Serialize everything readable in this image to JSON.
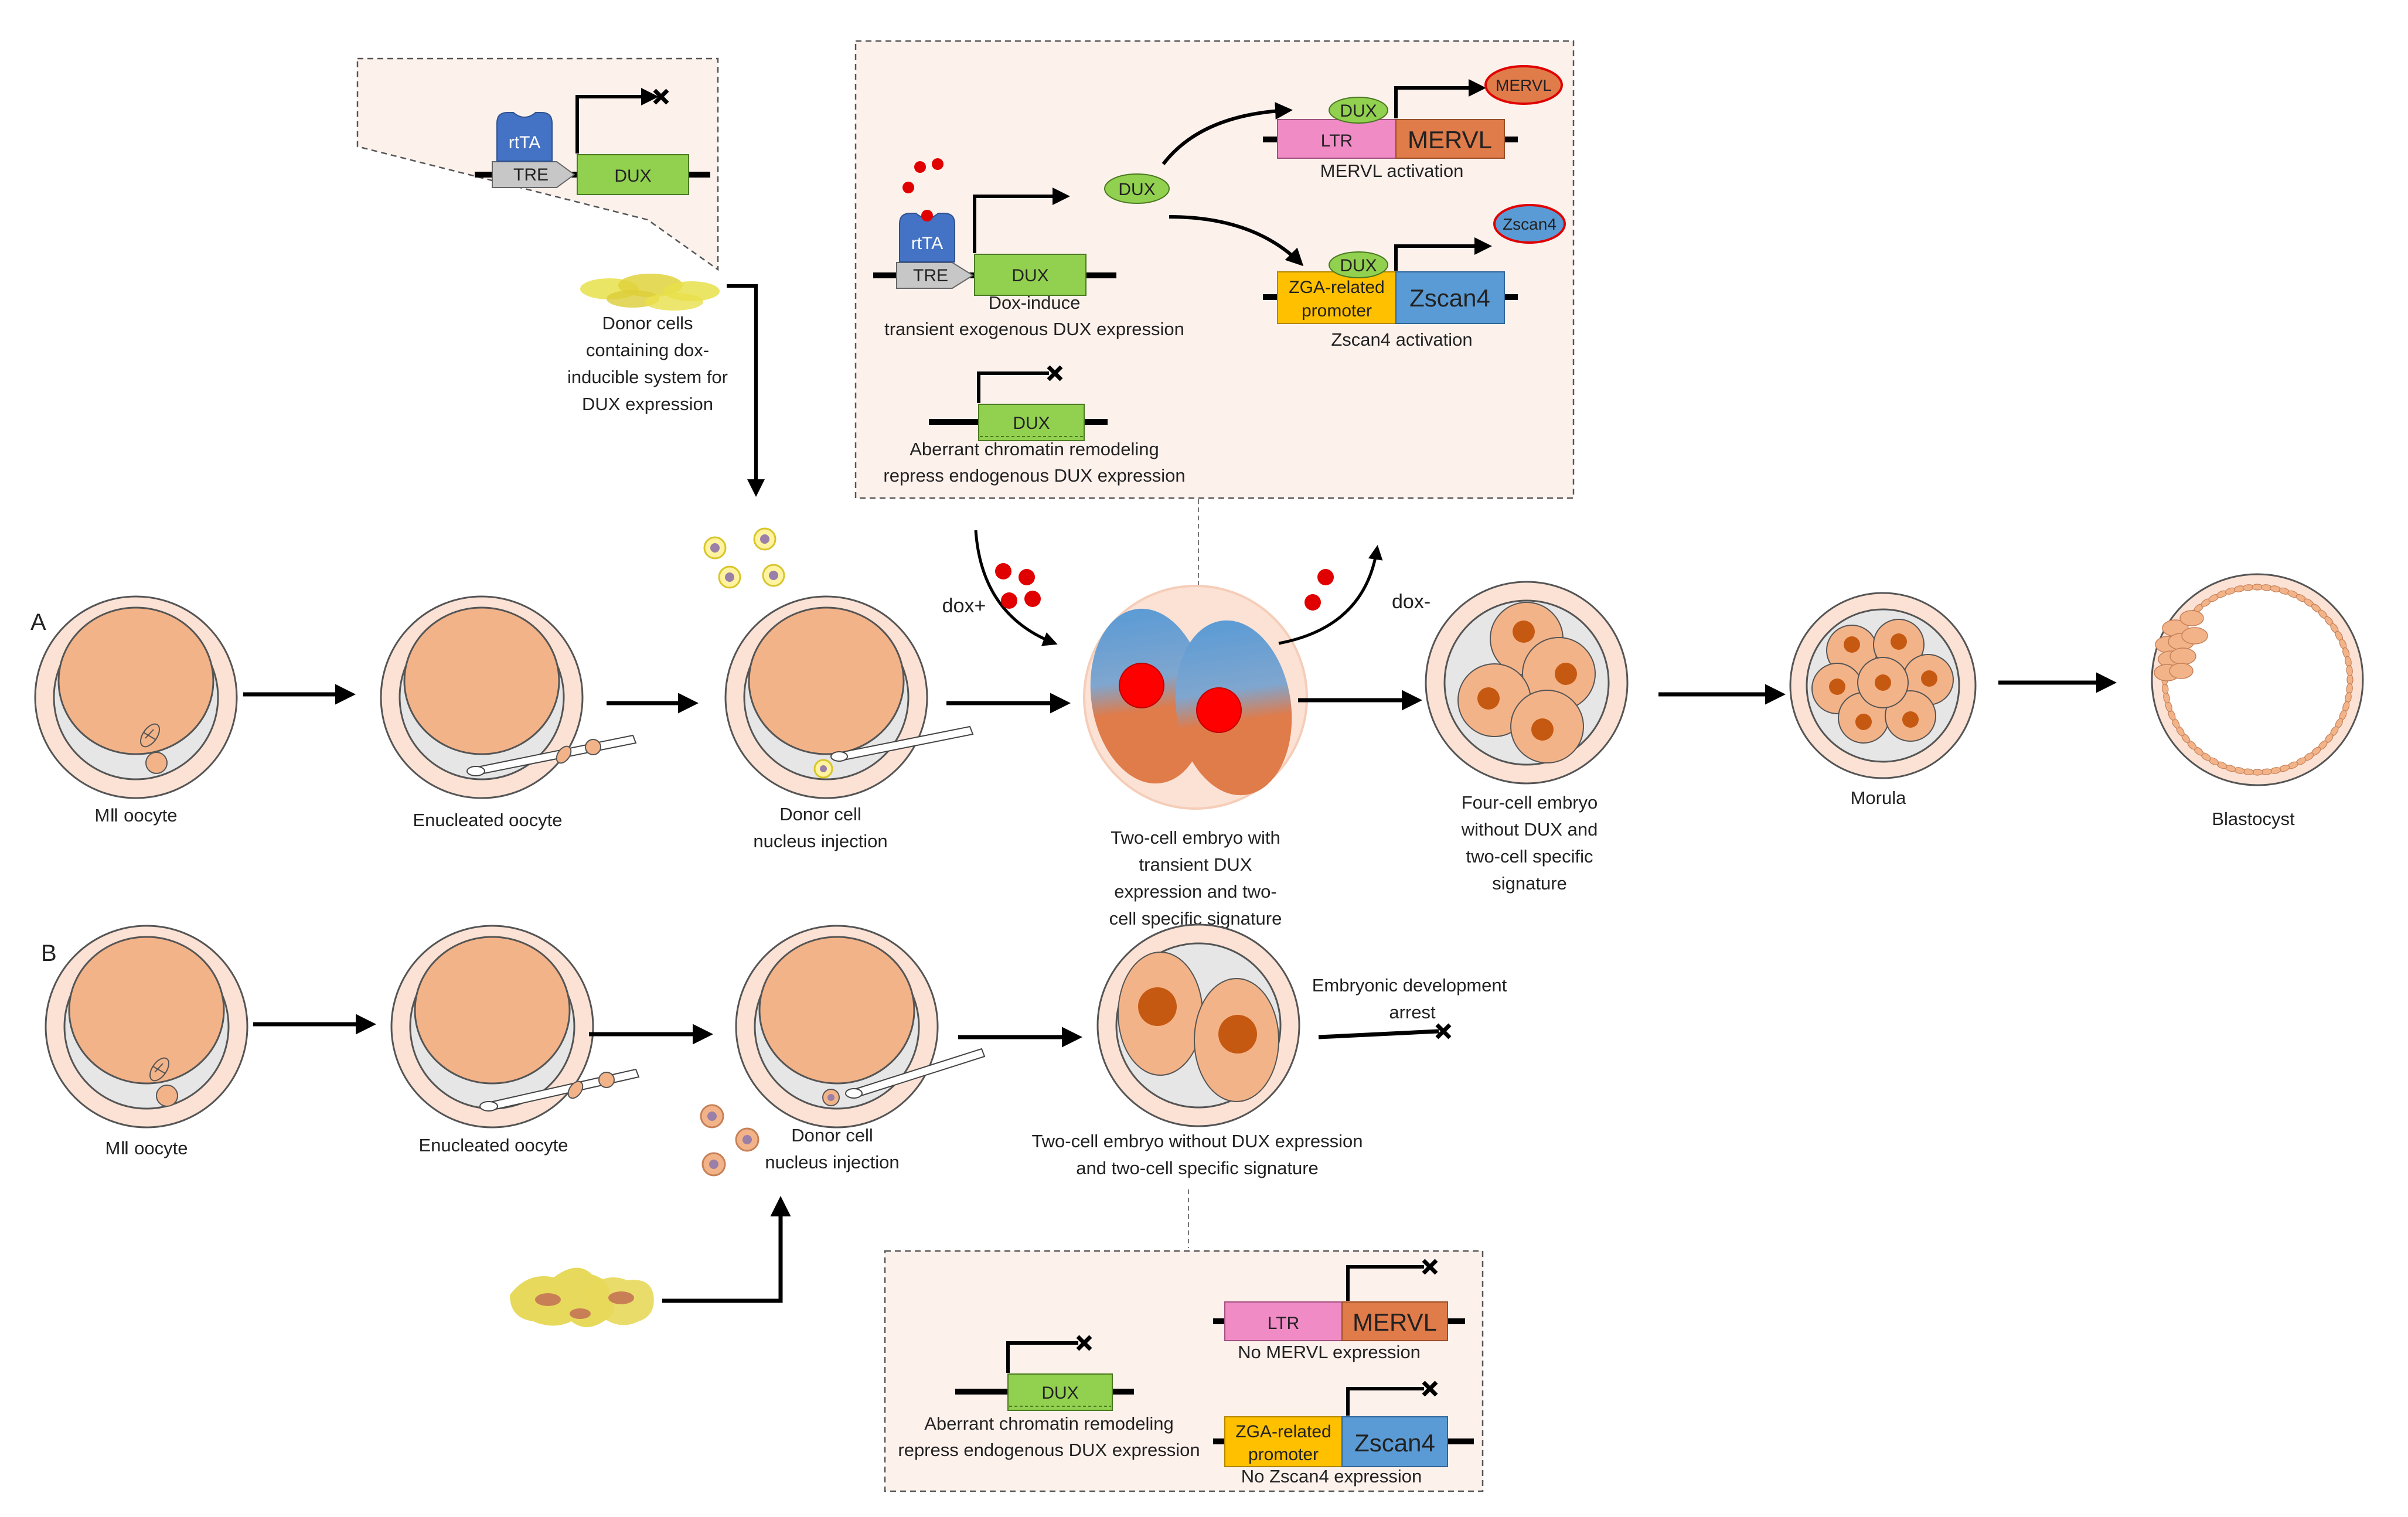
{
  "panels": {
    "a": "A",
    "b": "B"
  },
  "colors": {
    "oocyte": "#f3b389",
    "zona": "#fbe2d5",
    "perivitelline": "#e6e6e6",
    "dux_box": "#92d050",
    "ltr_box": "#f08bc6",
    "mervl_box": "#e07b4a",
    "zga_box": "#ffc000",
    "zscan4_box": "#5b9bd5",
    "rtta": "#4472c4",
    "dox": "#e00000",
    "inset_bg": "#fdf1ec",
    "donor_cell": "#e8e04a"
  },
  "top_inset_left": {
    "rtta": "rtTA",
    "tre": "TRE",
    "dux": "DUX",
    "caption": [
      "Donor cells",
      "containing dox-",
      "inducible system for",
      "DUX expression"
    ]
  },
  "top_inset_right": {
    "rtta": "rtTA",
    "tre": "TRE",
    "dux": "DUX",
    "dox_caption": [
      "Dox-induce",
      "transient exogenous DUX expression"
    ],
    "dux_oval": "DUX",
    "dux_mervl": "DUX",
    "ltr": "LTR",
    "mervl": "MERVL",
    "mervl_oval": "MERVL",
    "mervl_caption": "MERVL activation",
    "dux_zscan": "DUX",
    "zga": [
      "ZGA-related",
      "promoter"
    ],
    "zscan4": "Zscan4",
    "zscan4_oval": "Zscan4",
    "zscan4_caption": "Zscan4 activation",
    "endo_dux": "DUX",
    "endo_caption": [
      "Aberrant chromatin remodeling",
      "repress endogenous DUX expression"
    ]
  },
  "row_a": {
    "mii": "MⅡ oocyte",
    "enucleated": "Enucleated oocyte",
    "injection": [
      "Donor cell",
      "nucleus injection"
    ],
    "dox_plus": "dox+",
    "dox_minus": "dox-",
    "two_cell": [
      "Two-cell embryo with",
      "transient DUX",
      "expression and two-",
      "cell specific signature"
    ],
    "four_cell": [
      "Four-cell embryo",
      "without DUX and",
      "two-cell specific",
      "signature"
    ],
    "morula": "Morula",
    "blastocyst": "Blastocyst"
  },
  "row_b": {
    "mii": "MⅡ oocyte",
    "enucleated": "Enucleated oocyte",
    "injection": [
      "Donor cell",
      "nucleus injection"
    ],
    "two_cell": [
      "Two-cell embryo without DUX expression",
      "and two-cell specific signature"
    ],
    "arrest": [
      "Embryonic development",
      "arrest"
    ]
  },
  "bottom_inset": {
    "dux": "DUX",
    "endo_caption": [
      "Aberrant chromatin remodeling",
      "repress endogenous DUX expression"
    ],
    "ltr": "LTR",
    "mervl": "MERVL",
    "mervl_caption": "No MERVL expression",
    "zga": [
      "ZGA-related",
      "promoter"
    ],
    "zscan4": "Zscan4",
    "zscan4_caption": "No Zscan4 expression"
  }
}
